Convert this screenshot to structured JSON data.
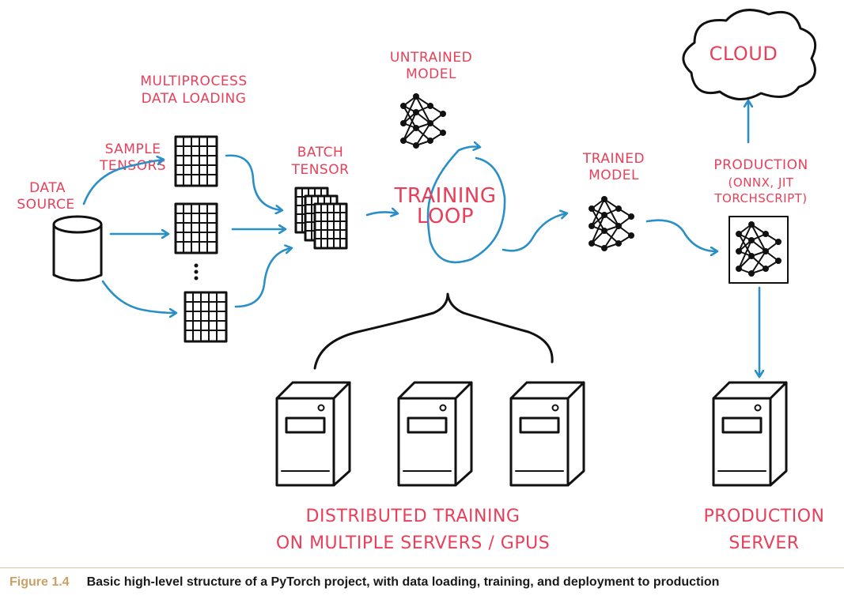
{
  "labels": {
    "data_source": [
      "DATA",
      "SOURCE"
    ],
    "sample_tensors": [
      "SAMPLE",
      "TENSORS"
    ],
    "multiprocess": [
      "MULTIPROCESS",
      "DATA LOADING"
    ],
    "batch_tensor": [
      "BATCH",
      "TENSOR"
    ],
    "untrained_model": [
      "UNTRAINED",
      "MODEL"
    ],
    "training_loop": [
      "TRAINING",
      "LOOP"
    ],
    "trained_model": [
      "TRAINED",
      "MODEL"
    ],
    "production": [
      "PRODUCTION",
      "(ONNX, JIT",
      "TORCHSCRIPT)"
    ],
    "cloud": "CLOUD",
    "distributed": [
      "DISTRIBUTED TRAINING",
      "ON MULTIPLE SERVERS / GPUS"
    ],
    "production_server": [
      "PRODUCTION",
      "SERVER"
    ]
  },
  "caption": {
    "number": "Figure 1.4",
    "text": "Basic high-level structure of a PyTorch project, with data loading, training, and deployment to production"
  },
  "colors": {
    "label": "#e8405a",
    "flow": "#2b8fc7",
    "ink": "#111111",
    "caption_number": "#c9a066"
  },
  "icons": {
    "data_source": "cylinder-icon",
    "sample_grid": "grid-icon",
    "batch": "stacked-grids-icon",
    "model": "neural-network-icon",
    "cloud": "cloud-icon",
    "server": "server-tower-icon"
  }
}
